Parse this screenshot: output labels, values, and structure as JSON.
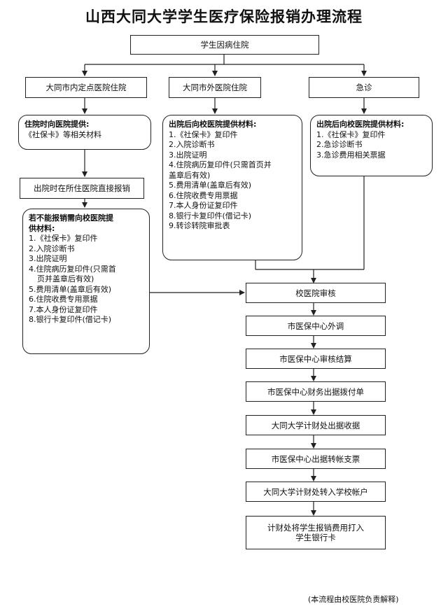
{
  "title": "山西大同大学学生医疗保险报销办理流程",
  "start": "学生因病住院",
  "branches": [
    "大同市内定点医院住院",
    "大同市外医院住院",
    "急诊"
  ],
  "left_box": {
    "head": "住院时向医院提供:",
    "items": [
      "《社保卡》等相关材料"
    ]
  },
  "direct": "出院时在所住医院直接报销",
  "not_direct": {
    "head": [
      "若不能报销需向校医院提",
      "供材料:"
    ],
    "items": [
      "1.《社保卡》复印件",
      "2.入院诊断书",
      "3.出院证明",
      "4.住院病历复印件(只需首",
      "页并盖章后有效)",
      "5.费用清单(盖章后有效)",
      "6.住院收费专用票据",
      "7.本人身份证复印件",
      "8.银行卡复印件(借记卡)"
    ]
  },
  "outside": {
    "head": "出院后向校医院提供材料:",
    "items": [
      "1.《社保卡》复印件",
      "2.入院诊断书",
      "3.出院证明",
      "4.住院病历复印件(只需首页并",
      "盖章后有效)",
      "5.费用清单(盖章后有效)",
      "6.住院收费专用票据",
      "7.本人身份证复印件",
      "8.银行卡复印件(借记卡)",
      "9.转诊转院审批表"
    ]
  },
  "emergency": {
    "head": "出院后向校医院提供材料:",
    "items": [
      "1.《社保卡》复印件",
      "2.急诊诊断书",
      "3.急诊费用相关票据"
    ]
  },
  "steps": [
    "校医院审核",
    "市医保中心外调",
    "市医保中心审核结算",
    "市医保中心财务出据拨付单",
    "大同大学计财处出据收据",
    "市医保中心出据转帐支票",
    "大同大学计财处转入学校帐户"
  ],
  "final": [
    "计财处将学生报销费用打入",
    "学生银行卡"
  ],
  "footnote": "(本流程由校医院负责解释)"
}
